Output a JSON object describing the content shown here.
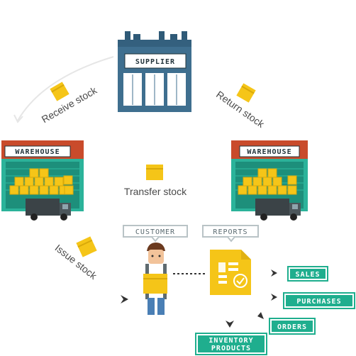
{
  "supplier": {
    "sign": "SUPPLIER"
  },
  "warehouse_left": {
    "sign": "WAREHOUSE"
  },
  "warehouse_right": {
    "sign": "WAREHOUSE"
  },
  "flows": {
    "receive": "Receive stock",
    "return": "Return stock",
    "transfer": "Transfer stock",
    "issue": "Issue stock"
  },
  "roles": {
    "customer": "CUSTOMER",
    "reports": "REPORTS"
  },
  "outputs": {
    "sales": "SALES",
    "purchases": "PURCHASES",
    "orders": "ORDERS",
    "inventory_line1": "INVENTORY",
    "inventory_line2": "PRODUCTS"
  },
  "colors": {
    "supplier_blue": "#3f6f8f",
    "warehouse_teal": "#2bb39a",
    "warehouse_roof": "#c94b2b",
    "box_yellow": "#f5c518",
    "output_green": "#1fae8e",
    "truck": "#3b4347"
  }
}
